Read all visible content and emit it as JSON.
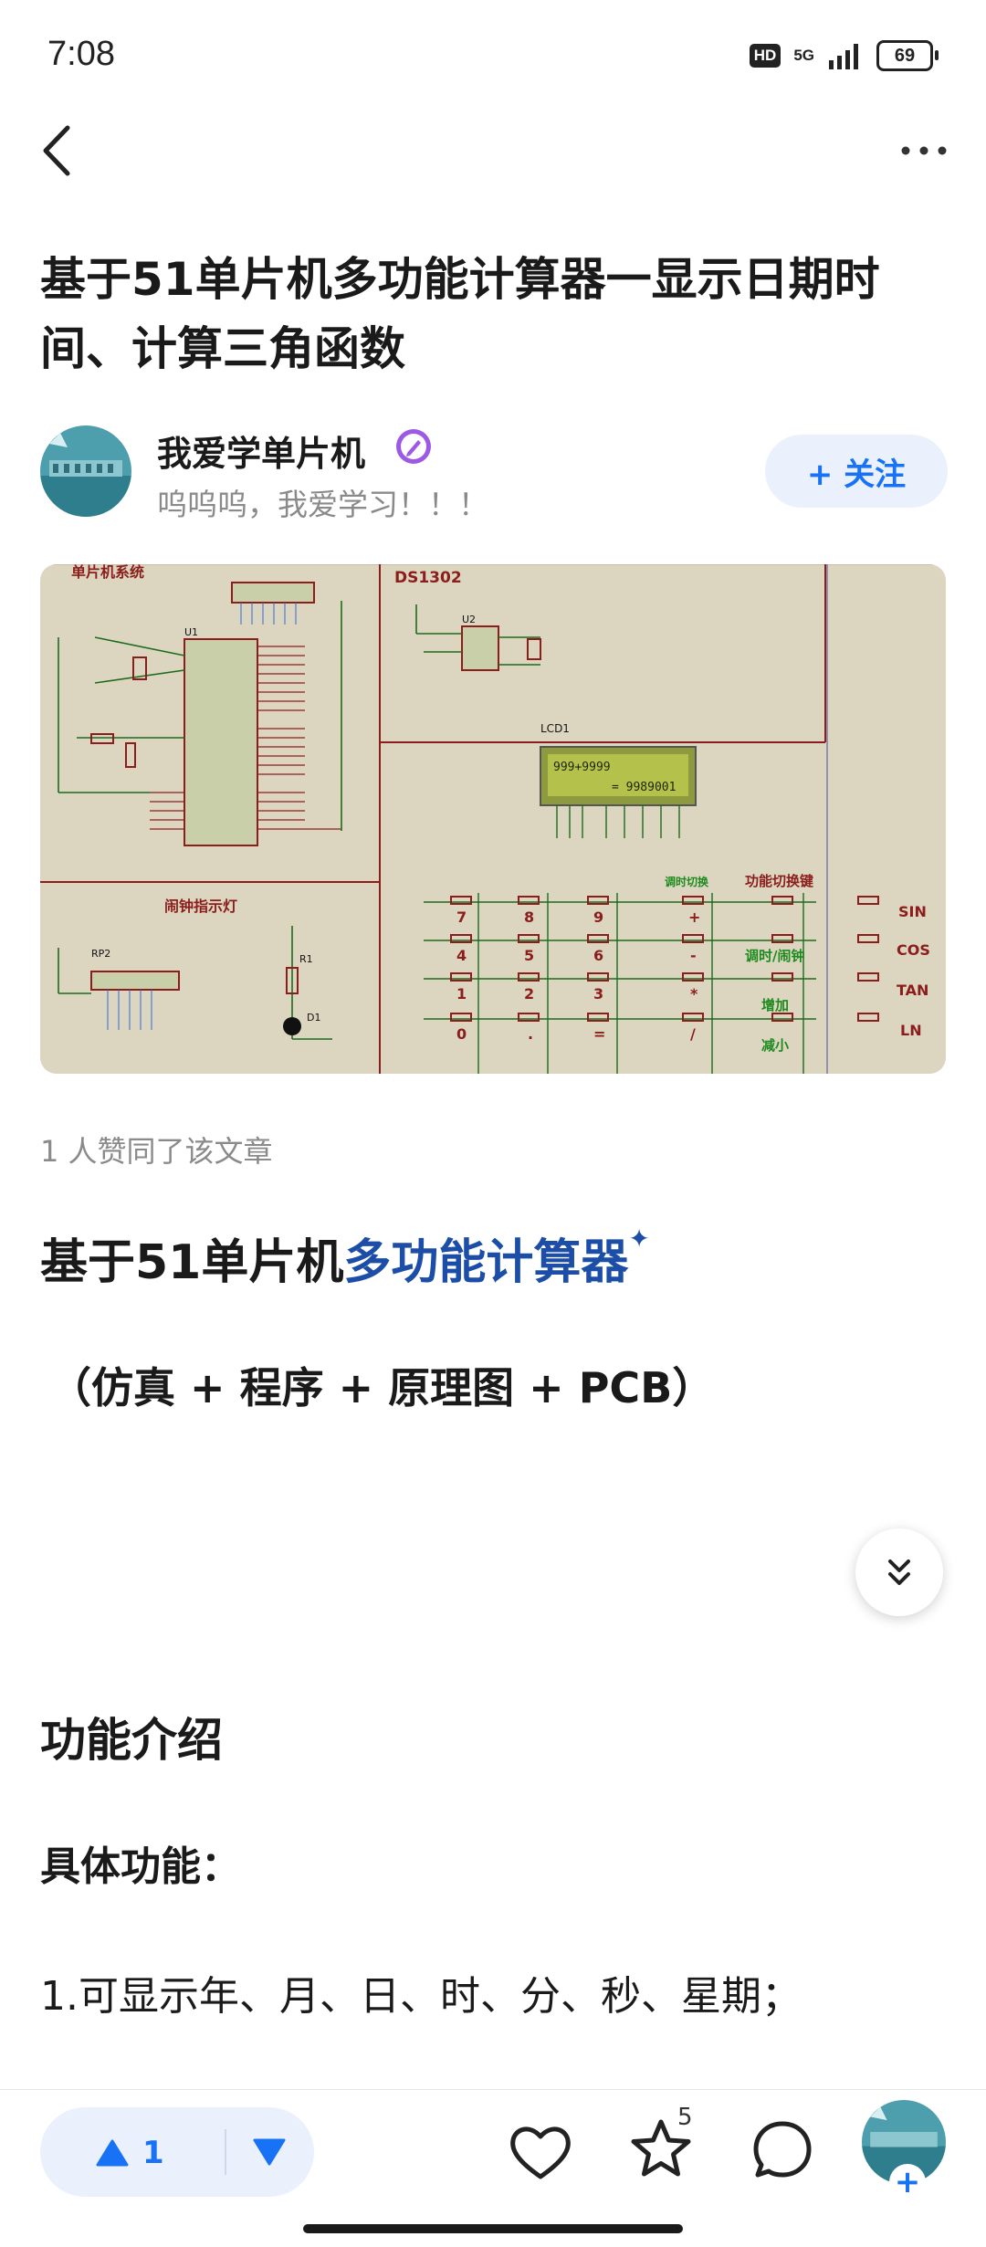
{
  "status_bar": {
    "time": "7:08",
    "hd": "HD",
    "network": "5G",
    "battery": "69"
  },
  "article": {
    "title": "基于51单片机多功能计算器一显示日期时间、计算三角函数",
    "author": {
      "name": "我爱学单片机",
      "bio": "呜呜呜，我爱学习！！！",
      "follow_label": "+ 关注"
    },
    "image": {
      "labels": {
        "mcu_section": "单片机系统",
        "rtc": "DS1302",
        "lcd": "LCD1",
        "lcd_line1": "999+9999",
        "lcd_line2": "= 9989001",
        "alarm_section": "闹钟指示灯",
        "adjust": "调时切换",
        "func_keys": "功能切换键",
        "keys": [
          "7",
          "8",
          "9",
          "+",
          "4",
          "5",
          "6",
          "-",
          "1",
          "2",
          "3",
          "*",
          "0",
          ".",
          "=",
          "/"
        ],
        "func_labels": [
          "SIN",
          "COS",
          "TAN",
          "LN"
        ],
        "mid_labels": [
          "调时/闹钟",
          "增加",
          "减小"
        ],
        "chip_u1": "U1",
        "chip_u2": "U2",
        "rp2": "RP2",
        "r1": "R1",
        "d1": "D1"
      }
    },
    "likes_note": "1 人赞同了该文章",
    "heading": {
      "prefix": "基于51单片机",
      "link": "多功能计算器",
      "mark": "✦"
    },
    "subtitle": "（仿真 + 程序 + 原理图 + PCB）",
    "section_title": "功能介绍",
    "func_title": "具体功能：",
    "func_items": [
      "1.可显示年、月、日、时、分、秒、星期；"
    ]
  },
  "bottom_bar": {
    "upvotes": "1",
    "favorites": "5"
  },
  "colors": {
    "accent": "#1772f6",
    "link": "#1c4ea8",
    "pill_bg": "#eaf1fd"
  }
}
